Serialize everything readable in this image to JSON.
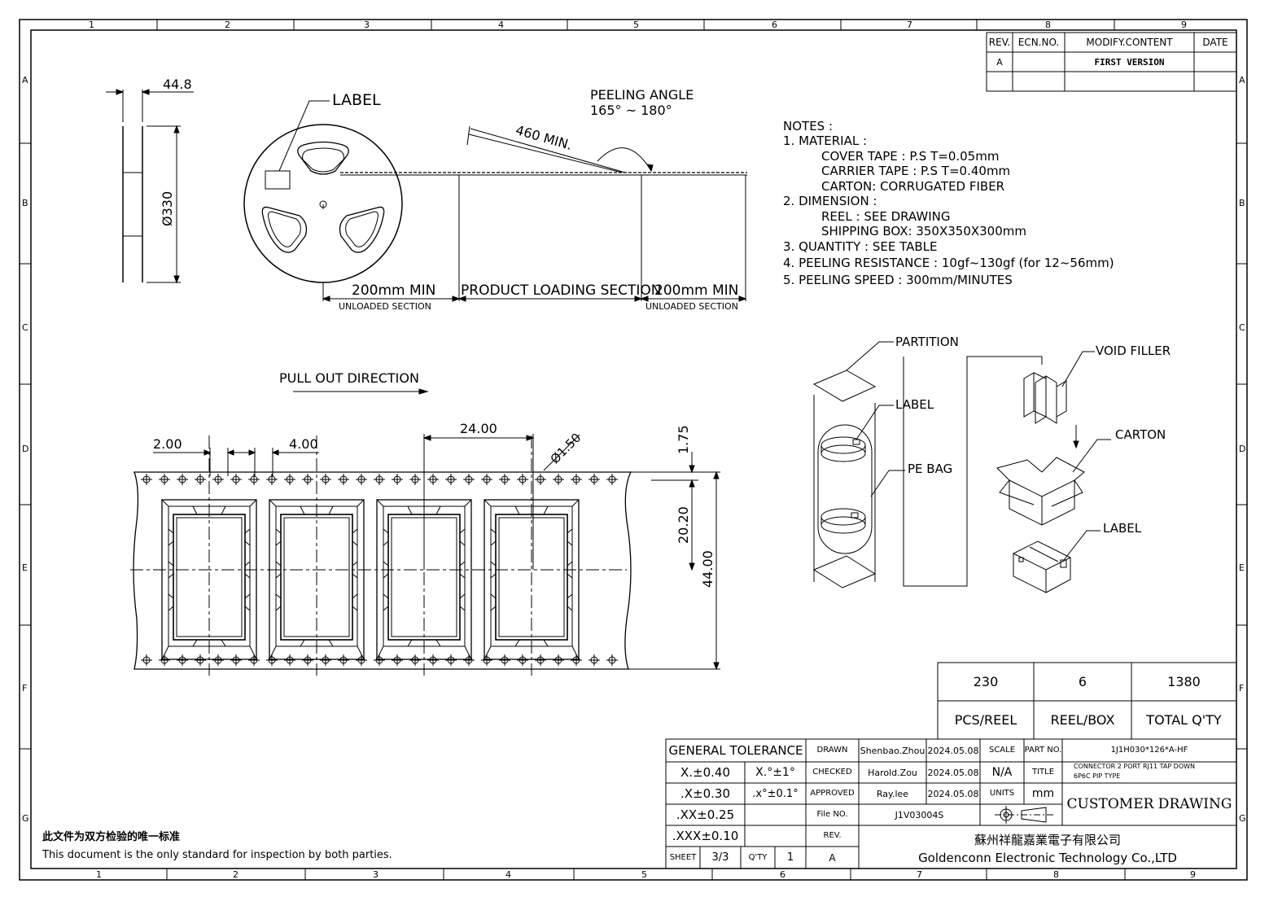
{
  "border": {
    "top_cols": [
      "1",
      "2",
      "3",
      "4",
      "5",
      "6",
      "7",
      "8",
      "9"
    ],
    "bottom_cols": [
      "1",
      "2",
      "3",
      "4",
      "5",
      "6",
      "7",
      "8",
      "9"
    ],
    "rows": [
      "A",
      "B",
      "C",
      "D",
      "E",
      "F",
      "G"
    ]
  },
  "revision": {
    "headers": [
      "REV.",
      "ECN.NO.",
      "MODIFY.CONTENT",
      "DATE"
    ],
    "rows": [
      [
        "A",
        "",
        "FIRST VERSION",
        ""
      ]
    ]
  },
  "reel": {
    "width_dim": "44.8",
    "dia_dim": "Ø330",
    "label": "LABEL",
    "peeling_angle_title": "PEELING ANGLE",
    "peeling_angle_value": "165° ~ 180°",
    "min_length": "460 MIN.",
    "section_left": "200mm MIN",
    "section_left_sub": "UNLOADED SECTION",
    "section_mid": "PRODUCT LOADING SECTION",
    "section_right": "200mm MIN",
    "section_right_sub": "UNLOADED SECTION"
  },
  "notes": [
    "NOTES :",
    "1. MATERIAL :",
    "COVER TAPE : P.S T=0.05mm",
    "CARRIER TAPE : P.S T=0.40mm",
    "CARTON: CORRUGATED FIBER",
    "2. DIMENSION :",
    "REEL : SEE DRAWING",
    "SHIPPING BOX: 350X350X300mm",
    "3. QUANTITY : SEE TABLE",
    "4. PEELING RESISTANCE : 10gf~130gf (for 12~56mm)",
    "5. PEELING SPEED : 300mm/MINUTES"
  ],
  "tape": {
    "direction": "PULL OUT DIRECTION",
    "dim_200": "2.00",
    "dim_400": "4.00",
    "dim_2400": "24.00",
    "dim_hole": "Ø1.50",
    "dim_175": "1.75",
    "dim_2020": "20.20",
    "dim_4400": "44.00"
  },
  "packing": {
    "partition": "PARTITION",
    "label1": "LABEL",
    "pe_bag": "PE BAG",
    "void_filler": "VOID FILLER",
    "carton": "CARTON",
    "label2": "LABEL"
  },
  "quantity": {
    "values": [
      "230",
      "6",
      "1380"
    ],
    "labels": [
      "PCS/REEL",
      "REEL/BOX",
      "TOTAL Q'TY"
    ]
  },
  "title_block": {
    "general_tolerance": "GENERAL TOLERANCE",
    "tol": [
      "X.±0.40",
      "X.°±1°",
      ".X±0.30",
      ".x°±0.1°",
      ".XX±0.25",
      ".XXX±0.10"
    ],
    "drawn_label": "DRAWN",
    "drawn_name": "Shenbao.Zhou",
    "drawn_date": "2024.05.08",
    "checked_label": "CHECKED",
    "checked_name": "Harold.Zou",
    "checked_date": "2024.05.08",
    "approved_label": "APPROVED",
    "approved_name": "Ray.lee",
    "approved_date": "2024.05.08",
    "file_label": "File NO.",
    "file_value": "J1V03004S",
    "rev_label": "REV.",
    "rev_value": "A",
    "scale_label": "SCALE",
    "scale_value": "N/A",
    "units_label": "UNITS",
    "units_value": "mm",
    "part_label": "PART NO.",
    "part_value": "1J1H030*126*A-HF",
    "title_label": "TITLE",
    "title_line1": "CONNECTOR 2 PORT RJ11 TAP DOWN",
    "title_line2": "6P6C PIP TYPE",
    "customer": "CUSTOMER DRAWING",
    "sheet_label": "SHEET",
    "sheet_value": "3/3",
    "qty_label": "Q'TY",
    "qty_value": "1",
    "company_cn": "蘇州祥龍嘉業電子有限公司",
    "company_en": "Goldenconn Electronic Technology Co.,LTD"
  },
  "footer": {
    "cn": "此文件为双方检验的唯一标准",
    "en": "This document is the only standard for inspection by both parties."
  }
}
